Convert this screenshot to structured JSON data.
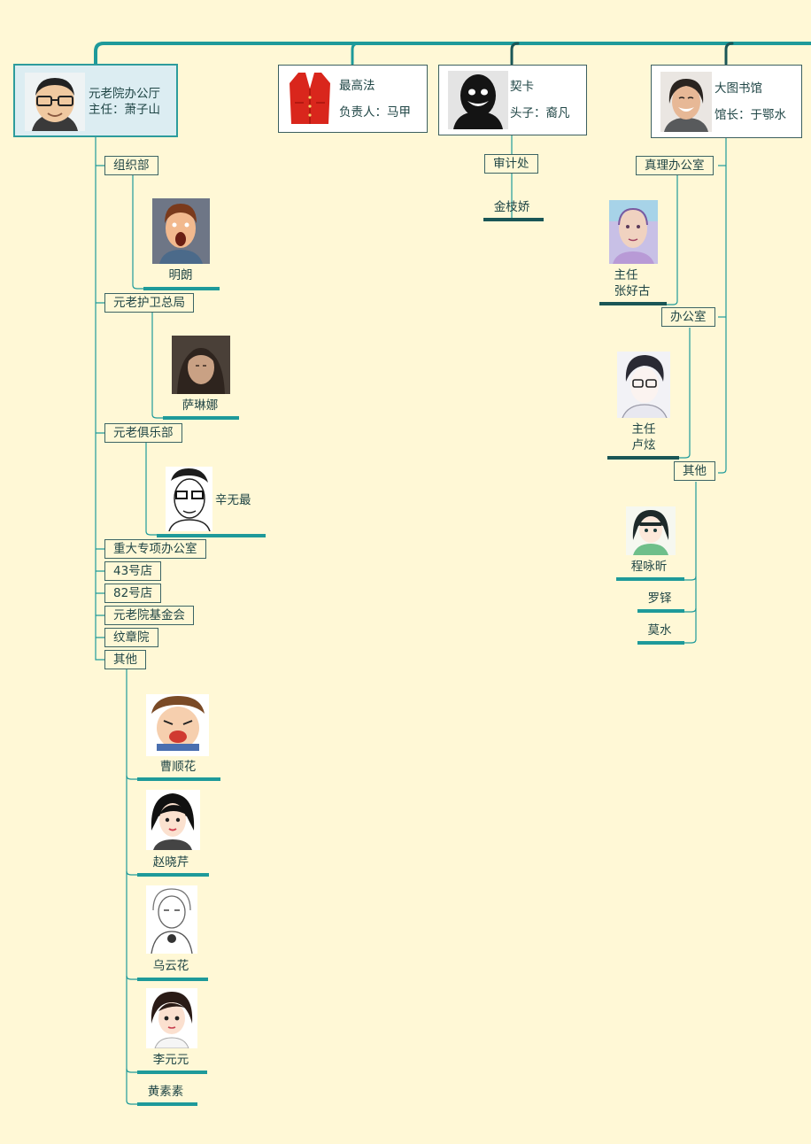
{
  "top_nodes": [
    {
      "title": "元老院办公厅",
      "subtitle": "主任：萧子山",
      "icon": "avatar-glasses-man-icon"
    },
    {
      "title": "最高法",
      "subtitle": "负责人：马甲",
      "icon": "red-vest-icon"
    },
    {
      "title": "契卡",
      "subtitle": "头子：裔凡",
      "icon": "shadow-face-icon"
    },
    {
      "title": "大图书馆",
      "subtitle": "馆长：于鄂水",
      "icon": "smiling-man-icon"
    }
  ],
  "yuanlao": {
    "depts": [
      "组织部",
      "元老护卫总局",
      "元老俱乐部",
      "重大专项办公室",
      "43号店",
      "82号店",
      "元老院基金会",
      "纹章院",
      "其他"
    ],
    "people": [
      "明朗",
      "萨琳娜",
      "辛无最"
    ],
    "others": [
      "曹顺花",
      "赵晓芹",
      "乌云花",
      "李元元",
      "黄素素"
    ]
  },
  "cheka": {
    "dept": "审计处",
    "person": "金枝娇"
  },
  "library": {
    "depts": [
      "真理办公室",
      "办公室",
      "其他"
    ],
    "director1": {
      "role": "主任",
      "name": "张好古"
    },
    "director2": {
      "role": "主任",
      "name": "卢炫"
    },
    "others": [
      "程咏昕",
      "罗铎",
      "莫水"
    ]
  },
  "colors": {
    "background": "#fff8d6",
    "line": "#1e9a9a",
    "line_dark": "#1a5656",
    "border": "#3c6464",
    "root_fill": "#dcedf2"
  }
}
